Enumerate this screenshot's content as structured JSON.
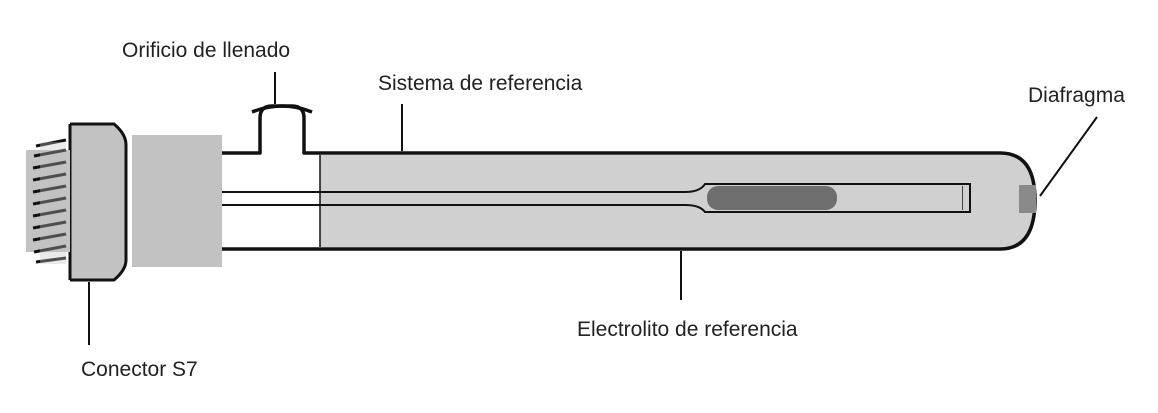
{
  "labels": {
    "filling_hole": "Orificio de llenado",
    "reference_system": "Sistema de referencia",
    "diaphragm": "Diafragma",
    "connector": "Conector S7",
    "reference_electrolyte": "Electrolito de referencia"
  },
  "colors": {
    "outline": "#111111",
    "electrolyte_fill": "#d0d0d0",
    "connector_fill": "#c2c2c2",
    "element_dark": "#6e6e6e",
    "diaphragm_fill": "#8a8a8a",
    "label_text": "#222222"
  }
}
